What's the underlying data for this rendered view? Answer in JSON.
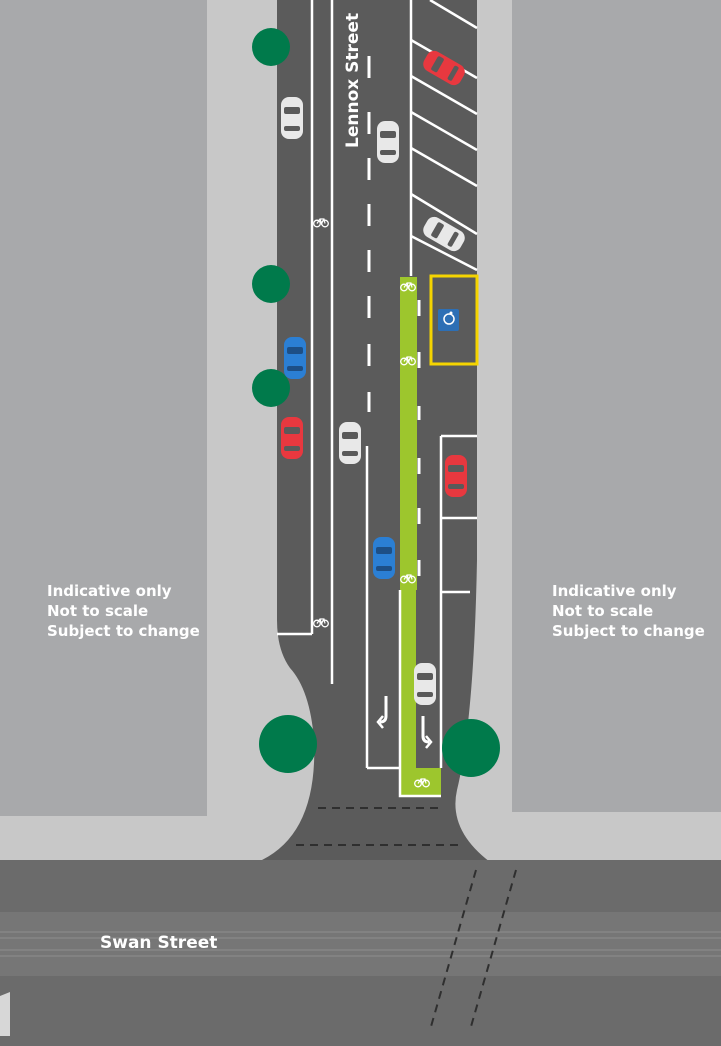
{
  "streets": {
    "lennox": "Lennox Street",
    "swan": "Swan Street"
  },
  "disclaimer": {
    "line1": "Indicative only",
    "line2": "Not to scale",
    "line3": "Subject to change"
  },
  "colors": {
    "building": "#a8a9ab",
    "footpath": "#c8c8c8",
    "road": "#5b5b5b",
    "swan_road": "#6b6b6b",
    "bike_lane": "#9dc62d",
    "tree": "#007a4b",
    "disabled_bay": "#f5d400",
    "disabled_sign": "#2d6fb5"
  },
  "icons": {
    "bike": "bicycle-icon",
    "accessible": "accessible-parking-icon",
    "left_turn": "left-turn-arrow-icon",
    "right_turn": "right-turn-arrow-icon"
  }
}
